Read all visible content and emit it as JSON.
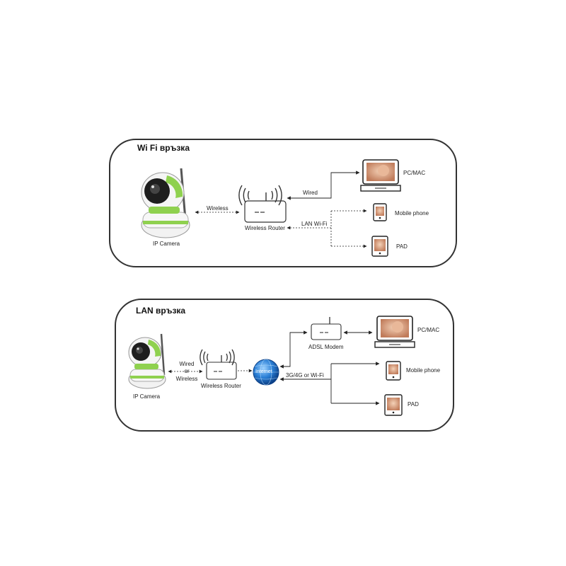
{
  "wifi": {
    "title": "Wi Fi връзка",
    "camera_label": "IP Camera",
    "link_wireless": "Wireless",
    "router_label": "Wireless Router",
    "link_wired": "Wired",
    "link_lan_wifi": "LAN Wi-Fi",
    "pc_label": "PC/MAC",
    "mobile_label": "Mobile phone",
    "pad_label": "PAD"
  },
  "lan": {
    "title": "LAN връзка",
    "camera_label": "IP Camera",
    "link_wired": "Wired",
    "link_or": "or",
    "link_wireless": "Wireless",
    "router_label": "Wireless Router",
    "internet_label": "Internet",
    "modem_label": "ADSL Modem",
    "link_mobile": "3G/4G or Wi-Fi",
    "pc_label": "PC/MAC",
    "mobile_label": "Mobile phone",
    "pad_label": "PAD"
  },
  "colors": {
    "camera_green": "#8fd14f",
    "globe_blue": "#1a5fb4",
    "line": "#222222"
  }
}
